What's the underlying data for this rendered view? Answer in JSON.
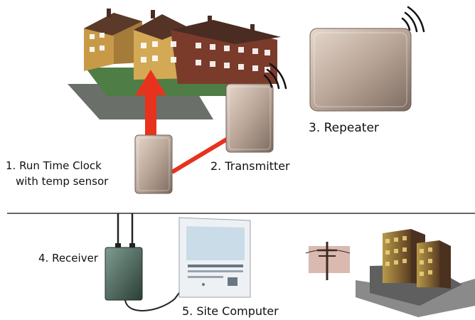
{
  "labels": {
    "run_time_clock_line1": "1.  Run Time Clock",
    "run_time_clock_line2": "with temp sensor",
    "transmitter": "2. Transmitter",
    "repeater": "3. Repeater",
    "receiver": "4. Receiver",
    "site_computer": "5. Site Computer"
  },
  "colors": {
    "arrow": "#e8321e",
    "link": "#e8321e",
    "divider": "#333333",
    "device": "#b8a79a",
    "receiver": "#4d6a5e",
    "building_brick": "#7a3b2a",
    "building_yellow": "#d8b060"
  }
}
